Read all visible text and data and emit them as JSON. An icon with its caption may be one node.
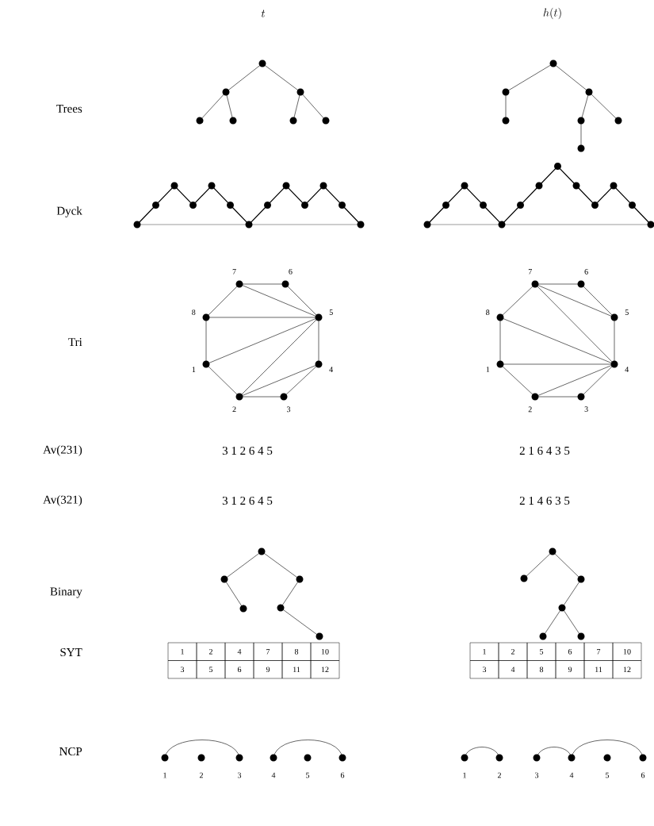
{
  "diagram": {
    "labels": [
      "t",
      "h(t)",
      "Trees",
      "Dyck",
      "Tri",
      "7",
      "6",
      "8",
      "5",
      "1",
      "4",
      "2",
      "3",
      "7",
      "6",
      "8",
      "5",
      "1",
      "4",
      "2",
      "3",
      "Av(231)",
      "3 1 2 6 4 5",
      "2 1 6 4 3 5",
      "Av(321)",
      "3 1 2 6 4 5",
      "2 1 4 6 3 5",
      "Binary",
      "SYT",
      "1",
      "2",
      "4",
      "7",
      "8",
      "10",
      "1",
      "2",
      "5",
      "6",
      "7",
      "10",
      "3",
      "5",
      "6",
      "9",
      "11",
      "12",
      "3",
      "4",
      "8",
      "9",
      "11",
      "12",
      "NCP",
      "1",
      "2",
      "3",
      "4",
      "5",
      "6",
      "1",
      "2",
      "3",
      "4",
      "5",
      "6"
    ]
  }
}
